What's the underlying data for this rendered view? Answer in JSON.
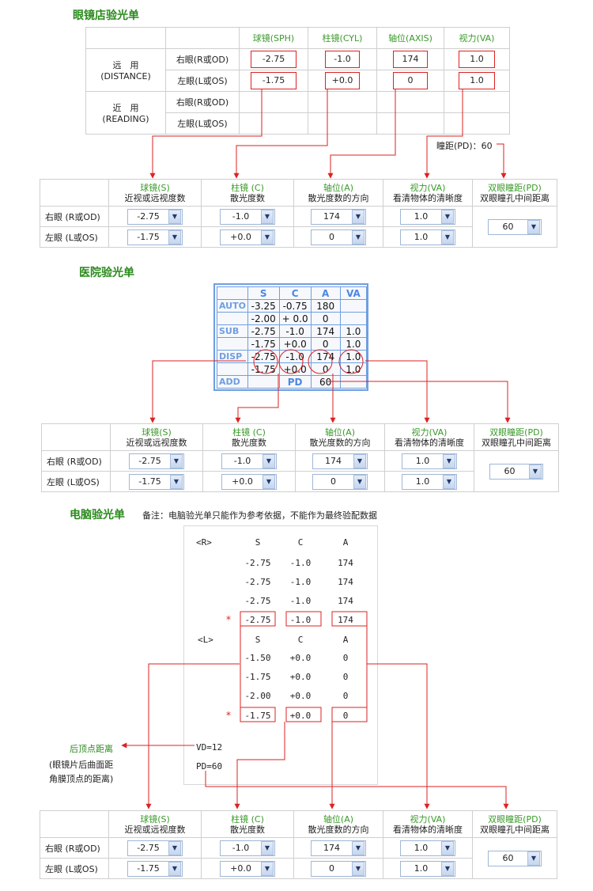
{
  "section1": {
    "title": "眼镜店验光单"
  },
  "optician": {
    "headers": [
      "球镜(SPH)",
      "柱镜(CYL)",
      "轴位(AXIS)",
      "视力(VA)"
    ],
    "distance": {
      "label": "远　用",
      "sub": "(DISTANCE)"
    },
    "reading": {
      "label": "近　用",
      "sub": "(READING)"
    },
    "right_eye": "右眼(R或OD)",
    "left_eye": "左眼(L或OS)",
    "right": [
      "-2.75",
      "-1.0",
      "174",
      "1.0"
    ],
    "left": [
      "-1.75",
      "+0.0",
      "0",
      "1.0"
    ],
    "pd_label": "瞳距(PD)：60"
  },
  "form": {
    "headers": [
      {
        "t": "球镜(S)",
        "s": "近视或远视度数"
      },
      {
        "t": "柱镜 (C)",
        "s": "散光度数"
      },
      {
        "t": "轴位(A)",
        "s": "散光度数的方向"
      },
      {
        "t": "视力(VA)",
        "s": "看清物体的清晰度"
      },
      {
        "t": "双眼瞳距(PD)",
        "s": "双眼瞳孔中间距离"
      }
    ],
    "right_label": "右眼 (R或OD)",
    "left_label": "左眼 (L或OS)",
    "right": [
      "-2.75",
      "-1.0",
      "174",
      "1.0"
    ],
    "left": [
      "-1.75",
      "+0.0",
      "0",
      "1.0"
    ],
    "pd": "60"
  },
  "section2": {
    "title": "医院验光单"
  },
  "hospital": {
    "header": [
      "",
      "S",
      "C",
      "A",
      "VA"
    ],
    "rows": [
      [
        "AUTO",
        "-3.25",
        "-0.75",
        "180",
        ""
      ],
      [
        "",
        "-2.00",
        "+ 0.0",
        "0",
        ""
      ],
      [
        "SUB",
        "-2.75",
        "-1.0",
        "174",
        "1.0"
      ],
      [
        "",
        "-1.75",
        "+0.0",
        "0",
        "1.0"
      ],
      [
        "DISP",
        "-2.75",
        "-1.0",
        "174",
        "1.0"
      ],
      [
        "",
        "-1.75",
        "+0.0",
        "0",
        "1.0"
      ],
      [
        "ADD",
        "",
        "PD",
        "60",
        ""
      ]
    ]
  },
  "section3": {
    "title": "电脑验光单",
    "note": "备注：电脑验光单只能作为参考依据，不能作为最终验配数据"
  },
  "computer": {
    "r_label": "<R>",
    "l_label": "<L>",
    "cols": [
      "S",
      "C",
      "A"
    ],
    "r_rows": [
      [
        "-2.75",
        "-1.0",
        "174"
      ],
      [
        "-2.75",
        "-1.0",
        "174"
      ],
      [
        "-2.75",
        "-1.0",
        "174"
      ]
    ],
    "r_final": [
      "-2.75",
      "-1.0",
      "174"
    ],
    "l_rows": [
      [
        "-1.50",
        "+0.0",
        "0"
      ],
      [
        "-1.75",
        "+0.0",
        "0"
      ],
      [
        "-2.00",
        "+0.0",
        "0"
      ]
    ],
    "l_final": [
      "-1.75",
      "+0.0",
      "0"
    ],
    "star": "*",
    "vd": "VD=12",
    "pd": "PD=60",
    "vd_note_title": "后顶点距离",
    "vd_note_1": "(眼镜片后曲面距",
    "vd_note_2": "角膜顶点的距离)"
  },
  "colors": {
    "accent_green": "#2a8a1c",
    "highlight_red": "#d22",
    "card_blue": "#6f9fe0"
  }
}
